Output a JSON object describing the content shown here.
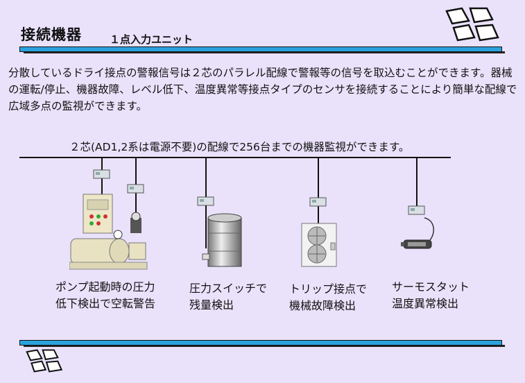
{
  "header": {
    "title": "接続機器",
    "subtitle": "１点入力ユニット"
  },
  "description": "分散しているドライ接点の警報信号は２芯のパラレル配線で警報等の信号を取込むことができます。器械の運転/停止、機器故障、レベル低下、温度異常等接点タイプのセンサを接続することにより簡単な配線で広域多点の監視ができます。",
  "bus_label": "２芯(AD1,2系は電源不要)の配線で256台までの機器監視ができます。",
  "devices": [
    {
      "caption": "ポンプ起動時の圧力\n低下検出で空転警告",
      "icon": "pump-control-panel-icon"
    },
    {
      "caption": "圧力スイッチで\n残量検出",
      "icon": "tank-icon"
    },
    {
      "caption": "トリップ接点で\n機械故障検出",
      "icon": "outdoor-unit-icon"
    },
    {
      "caption": "サーモスタット\n温度異常検出",
      "icon": "thermostat-icon"
    }
  ],
  "colors": {
    "background": "#eae2fb",
    "band": "#2ba2de"
  },
  "icons": {
    "logo": "window-tiles-logo-icon",
    "input_unit": "input-unit-icon"
  }
}
